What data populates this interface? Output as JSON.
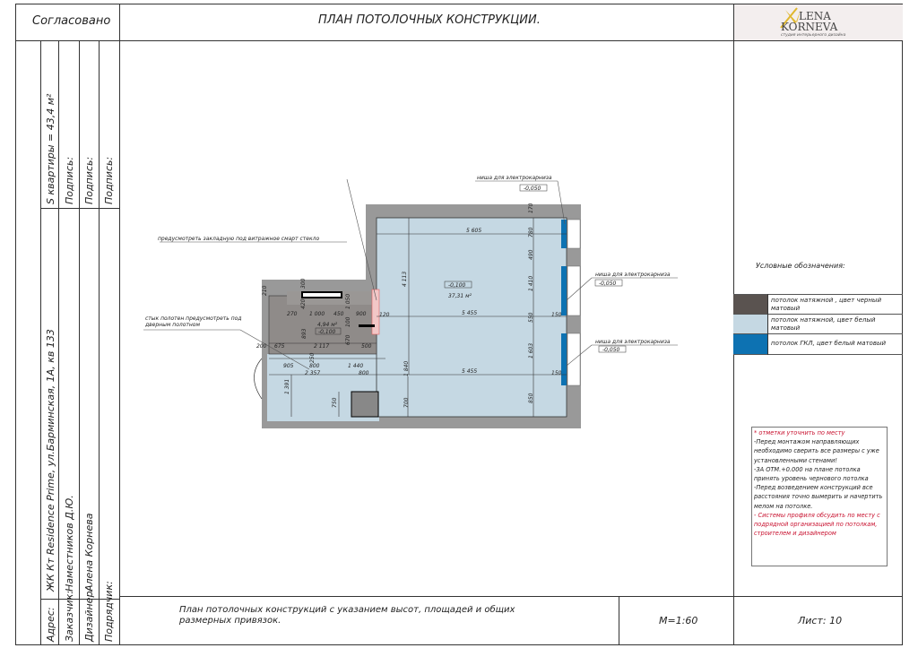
{
  "header": {
    "approved_label": "Согласовано",
    "title": "ПЛАН ПОТОЛОЧНЫХ КОНСТРУКЦИИ.",
    "logo": {
      "line1": "LENA",
      "initial": "A",
      "line2": "KORNEVA",
      "tagline": "студия интерьерного дизайна"
    }
  },
  "left_panel": {
    "area": "S квартиры = 43,4 м²",
    "signature_labels": [
      "Подпись:",
      "Подпись:",
      "Подпись:"
    ],
    "address_label": "Адрес:",
    "address_value": "ЖК Кт Residence Prime, ул.Барминская, 1А, кв 133",
    "client_label": "Заказчик:",
    "client_value": "Наместников Д.Ю.",
    "designer_label": "Дизайнер:",
    "designer_value": "Алена Корнева",
    "contractor_label": "Подрядчик:"
  },
  "plan": {
    "callouts": {
      "niche1": "ниша для электрокарниза",
      "niche1_level": "-0,050",
      "niche2": "ниша для электрокарниза",
      "niche2_level": "-0,050",
      "niche3": "ниша для электрокарниза",
      "niche3_level": "-0,050",
      "smart_glass": "предусмотреть закладную под витражное смарт стекло",
      "seam": "стык полотен предусмотреть под дверным полотном"
    },
    "main_room": {
      "level": "-0,100",
      "area": "37,31 м²"
    },
    "small_room": {
      "level": "-0,100",
      "area": "4,94 м²"
    },
    "dims": [
      "5 605",
      "5 455",
      "5 455",
      "4 113",
      "170",
      "780",
      "490",
      "1 410",
      "550",
      "1 603",
      "850",
      "150",
      "150",
      "120",
      "1 840",
      "700",
      "750",
      "1 391",
      "905",
      "1 440",
      "2 357",
      "800",
      "800",
      "200",
      "675",
      "2 117",
      "500",
      "270",
      "420",
      "1 000",
      "450",
      "900",
      "1 050",
      "100",
      "893",
      "670",
      "210",
      "300",
      "250"
    ]
  },
  "legend": {
    "title": "Условные обозначения:",
    "items": [
      {
        "label": "потолок натяжной , цвет черный матовый",
        "color": "#5a5350"
      },
      {
        "label": "потолок натяжной, цвет белый матовый",
        "color": "#c5d8e3"
      },
      {
        "label": "потолок ГКЛ, цвет белый матовый",
        "color": "#0d72b2"
      }
    ]
  },
  "notes": [
    {
      "text": "* отметки уточнить по месту",
      "red": true
    },
    {
      "text": "-Перед монтажом направляющих необходимо сверить все размеры с уже установленными стенами!",
      "red": false
    },
    {
      "text": "-ЗА ОТМ.+0.000 на плане потолка принять уровень чернового потолка",
      "red": false
    },
    {
      "text": "-Перед возведением конструкций все расстояния точно вымерить и начертить мелом на потолке.",
      "red": false
    },
    {
      "text": "- Системы профиля обсудить по месту с подрядной организацией по потолкам, строителем и дизайнером",
      "red": true
    }
  ],
  "footer": {
    "description": "План потолочных конструкций с указанием высот, площадей и общих размерных привязок.",
    "scale": "М=1:60",
    "sheet": "Лист: 10"
  }
}
